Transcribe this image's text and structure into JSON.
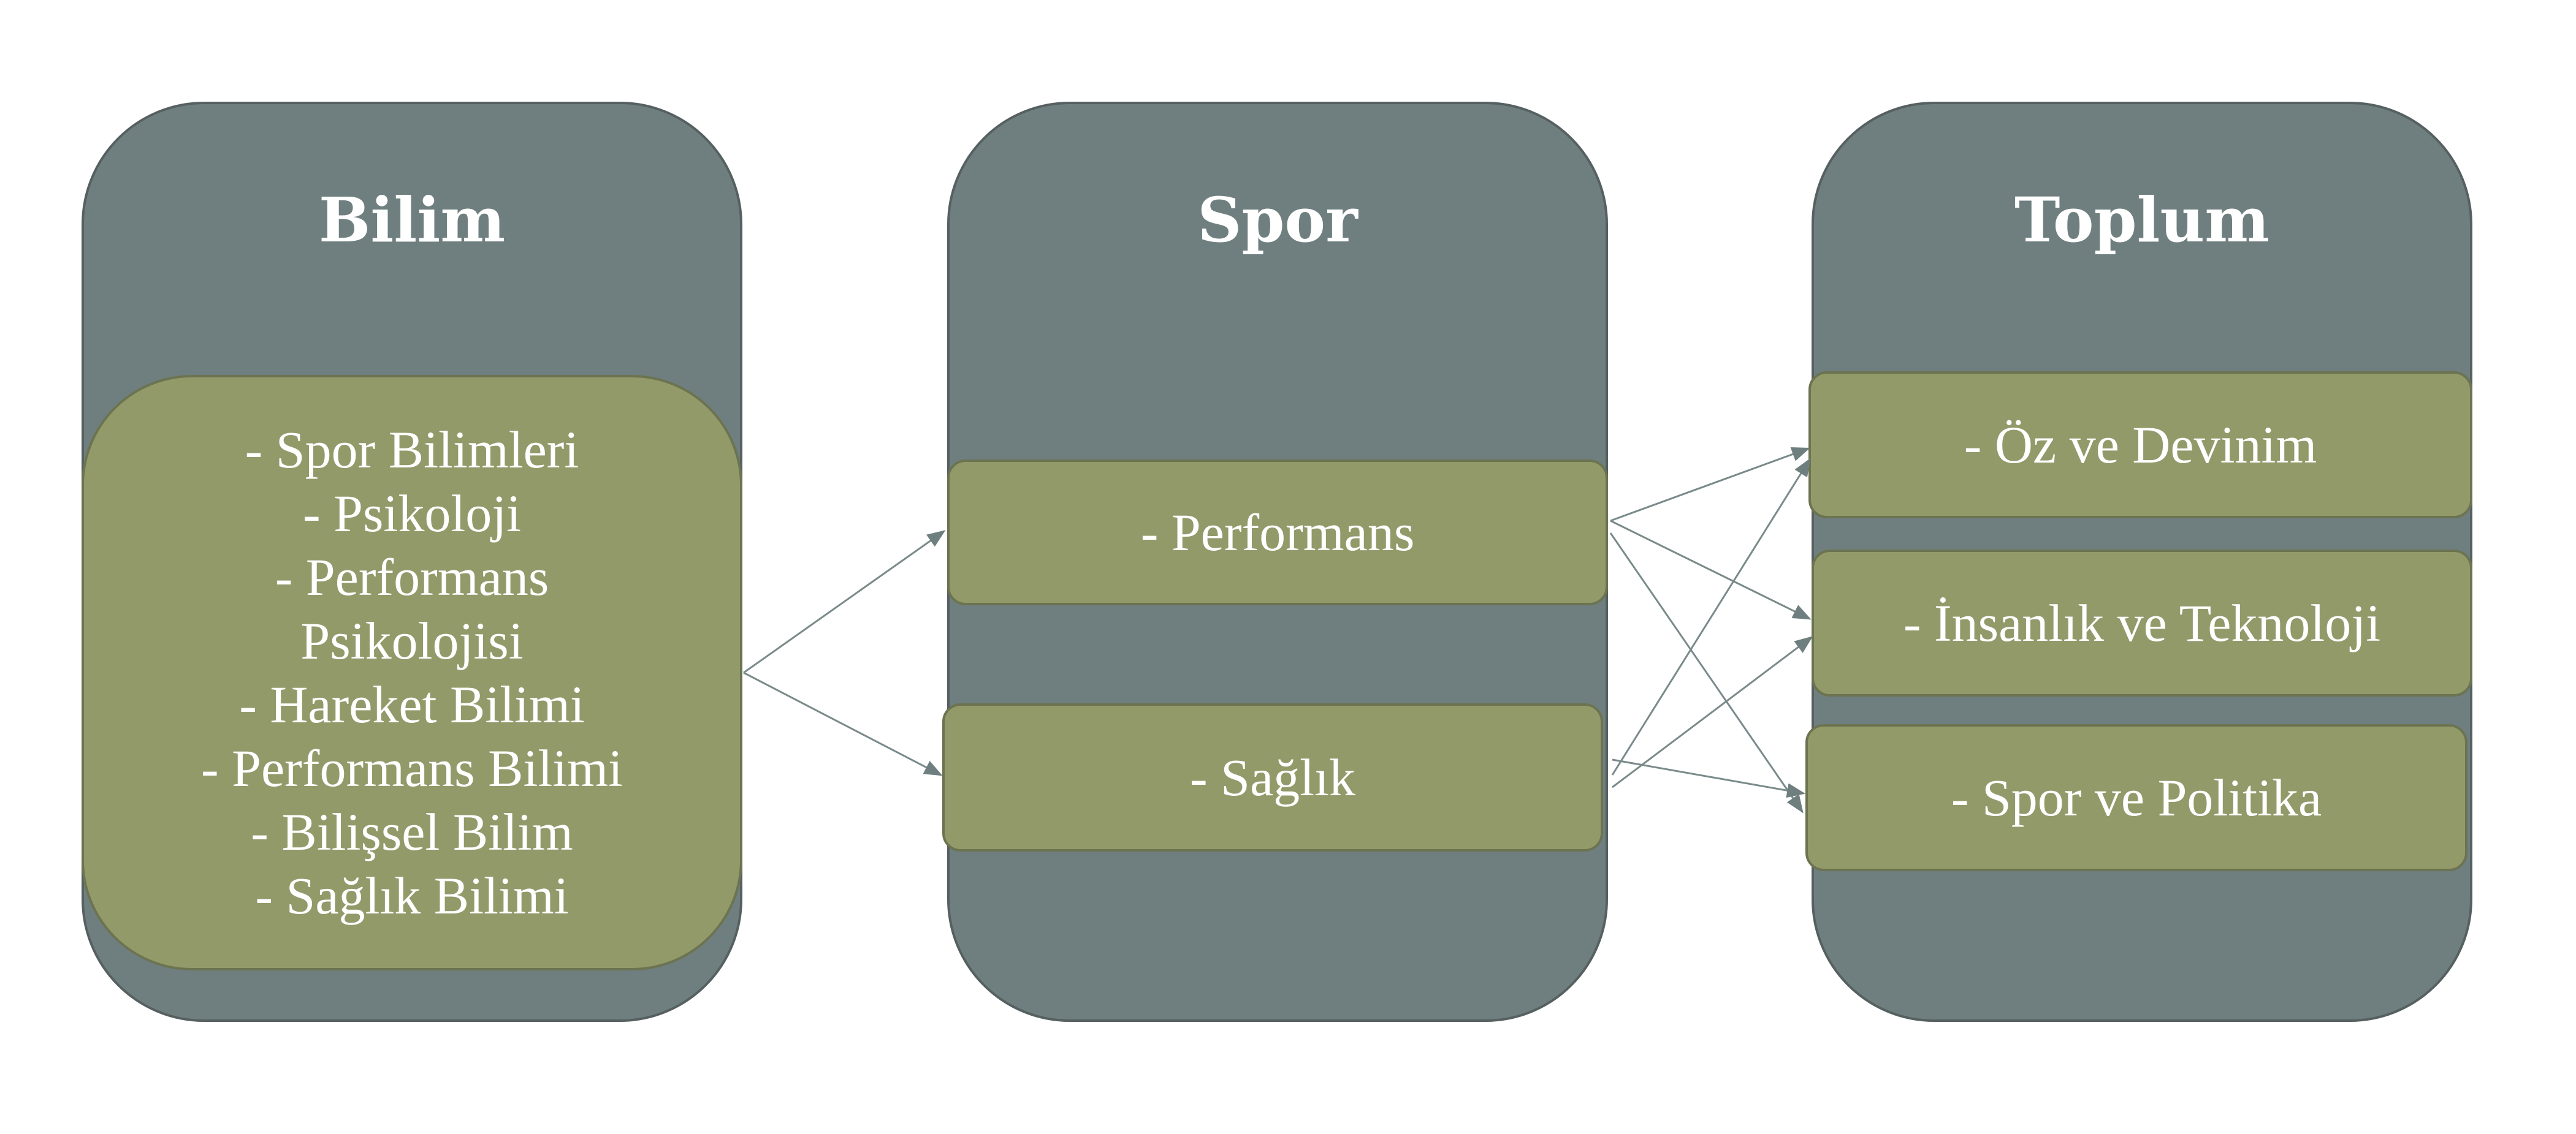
{
  "columns": [
    {
      "title": "Bilim",
      "items": [
        "- Spor Bilimleri",
        "- Psikoloji",
        "- Performans",
        "Psikolojisi",
        "- Hareket Bilimi",
        "- Performans Bilimi",
        "- Bilişsel Bilim",
        "- Sağlık Bilimi"
      ]
    },
    {
      "title": "Spor",
      "items": [
        "- Performans",
        "- Sağlık"
      ]
    },
    {
      "title": "Toplum",
      "items": [
        "- Öz ve Devinim",
        "- İnsanlık ve Teknoloji",
        "- Spor ve Politika"
      ]
    }
  ],
  "colors": {
    "column": "#6f7f7f",
    "box": "#939a6a",
    "text": "#ffffff",
    "arrow": "#6f7f7f"
  }
}
